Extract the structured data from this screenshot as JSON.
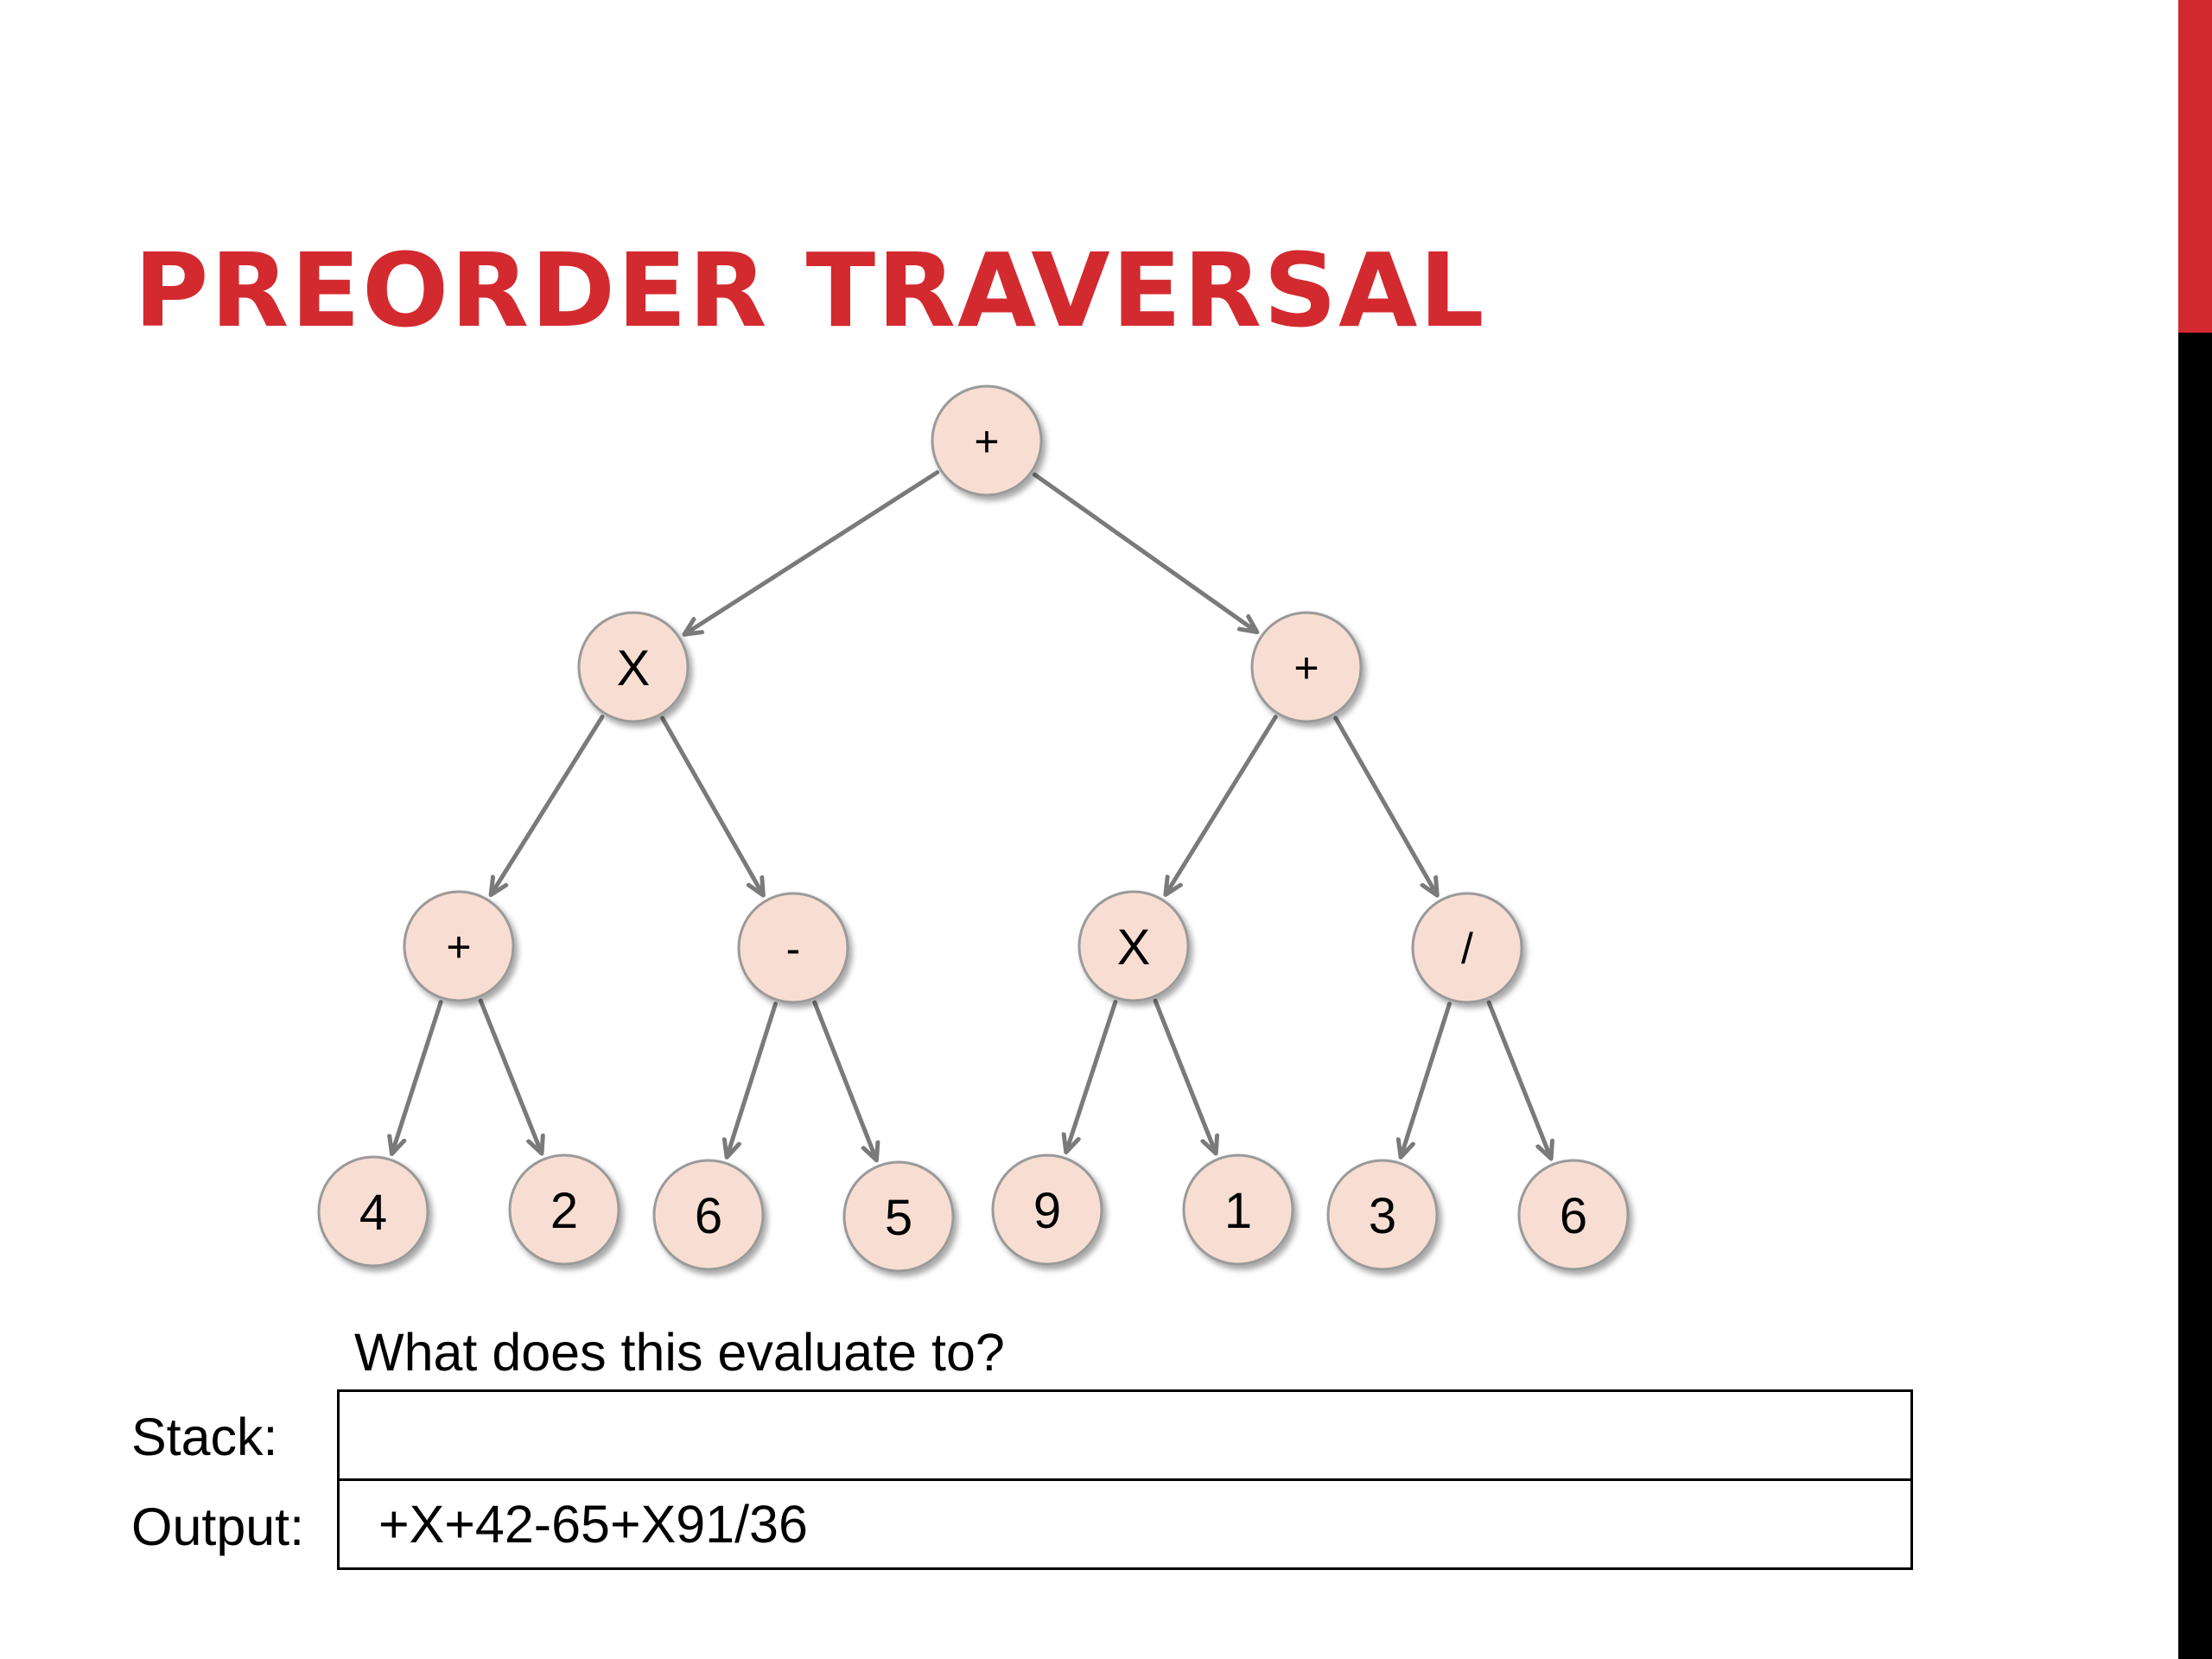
{
  "slide": {
    "title": "PREORDER TRAVERSAL",
    "question": "What does this evaluate to?",
    "stack_label": "Stack:",
    "stack_value": "",
    "output_label": "Output:",
    "output_value": "+X+42-65+X91/36"
  },
  "colors": {
    "title": "#d32a2f",
    "accent_top": "#d32a2f",
    "accent_bottom": "#000000",
    "node_fill": "#f8ded2",
    "node_stroke": "#9a9a9a",
    "edge": "#7a7a7a"
  },
  "tree": {
    "nodes": [
      {
        "id": "n1",
        "label": "+"
      },
      {
        "id": "n2",
        "label": "X"
      },
      {
        "id": "n3",
        "label": "+"
      },
      {
        "id": "n4",
        "label": "+"
      },
      {
        "id": "n5",
        "label": "-"
      },
      {
        "id": "n6",
        "label": "X"
      },
      {
        "id": "n7",
        "label": "/"
      },
      {
        "id": "n8",
        "label": "4"
      },
      {
        "id": "n9",
        "label": "2"
      },
      {
        "id": "n10",
        "label": "6"
      },
      {
        "id": "n11",
        "label": "5"
      },
      {
        "id": "n12",
        "label": "9"
      },
      {
        "id": "n13",
        "label": "1"
      },
      {
        "id": "n14",
        "label": "3"
      },
      {
        "id": "n15",
        "label": "6"
      }
    ],
    "edges": [
      [
        "n1",
        "n2"
      ],
      [
        "n1",
        "n3"
      ],
      [
        "n2",
        "n4"
      ],
      [
        "n2",
        "n5"
      ],
      [
        "n3",
        "n6"
      ],
      [
        "n3",
        "n7"
      ],
      [
        "n4",
        "n8"
      ],
      [
        "n4",
        "n9"
      ],
      [
        "n5",
        "n10"
      ],
      [
        "n5",
        "n11"
      ],
      [
        "n6",
        "n12"
      ],
      [
        "n6",
        "n13"
      ],
      [
        "n7",
        "n14"
      ],
      [
        "n7",
        "n15"
      ]
    ]
  }
}
